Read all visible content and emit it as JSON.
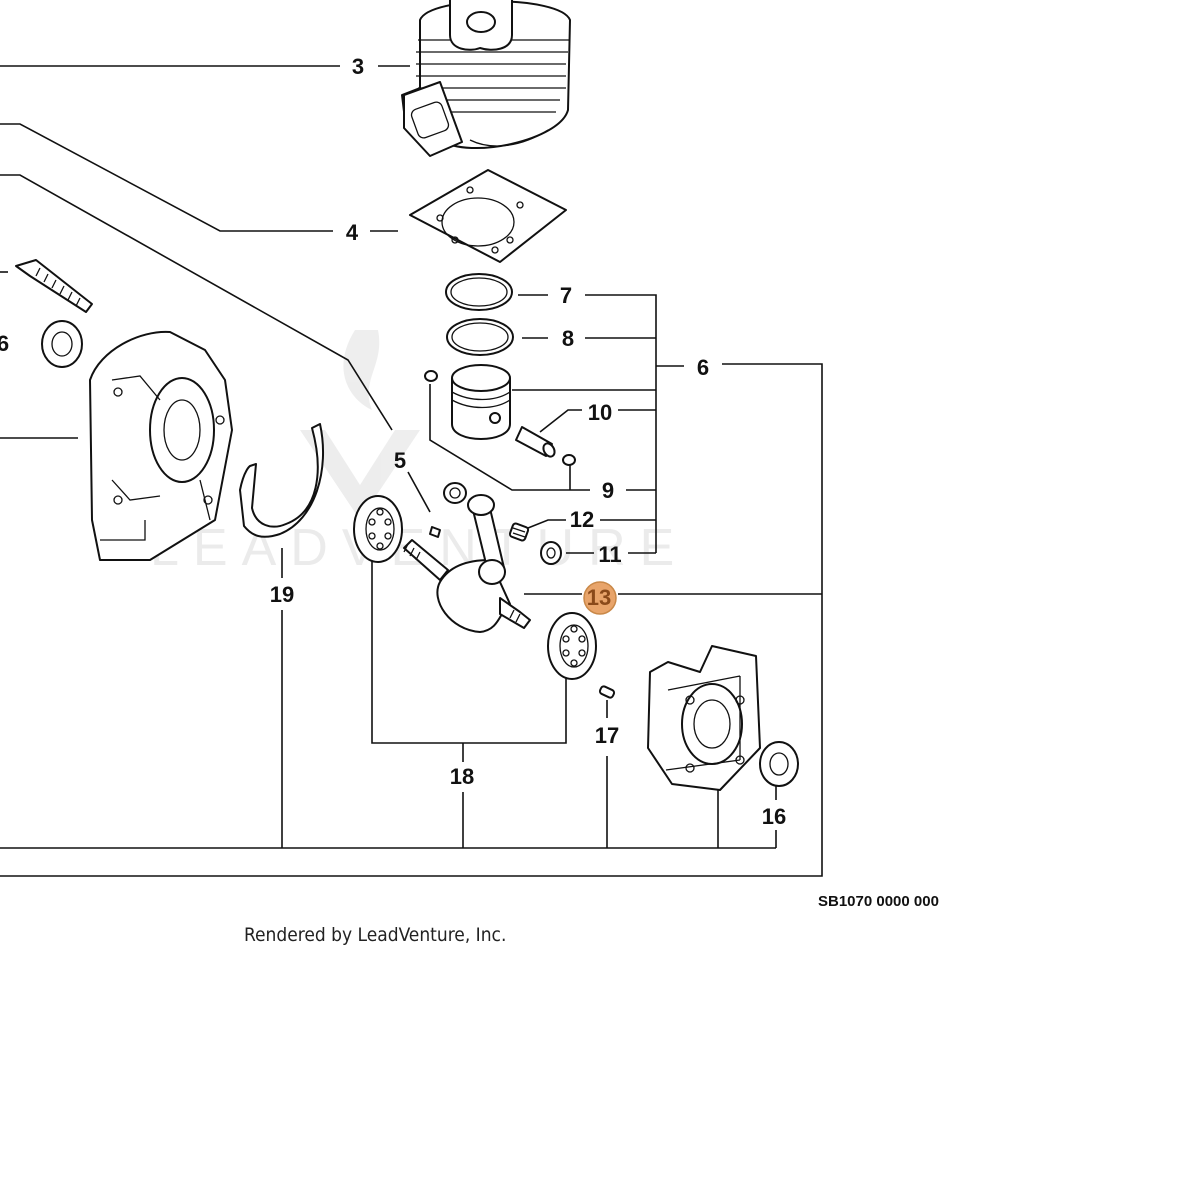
{
  "labels": {
    "l3": "3",
    "l4": "4",
    "l5": "5",
    "l6": "6",
    "l7": "7",
    "l8": "8",
    "l9": "9",
    "l10": "10",
    "l11": "11",
    "l12": "12",
    "l13": "13",
    "l16a": "6",
    "l16": "16",
    "l17": "17",
    "l18": "18",
    "l19": "19"
  },
  "highlight": {
    "label": "13",
    "color": "#e8a46a",
    "text_color": "#8a4a1a"
  },
  "diagram_code": "SB1070 0000 000",
  "credit": "Rendered by LeadVenture, Inc.",
  "watermark": "LEADVENTURE"
}
